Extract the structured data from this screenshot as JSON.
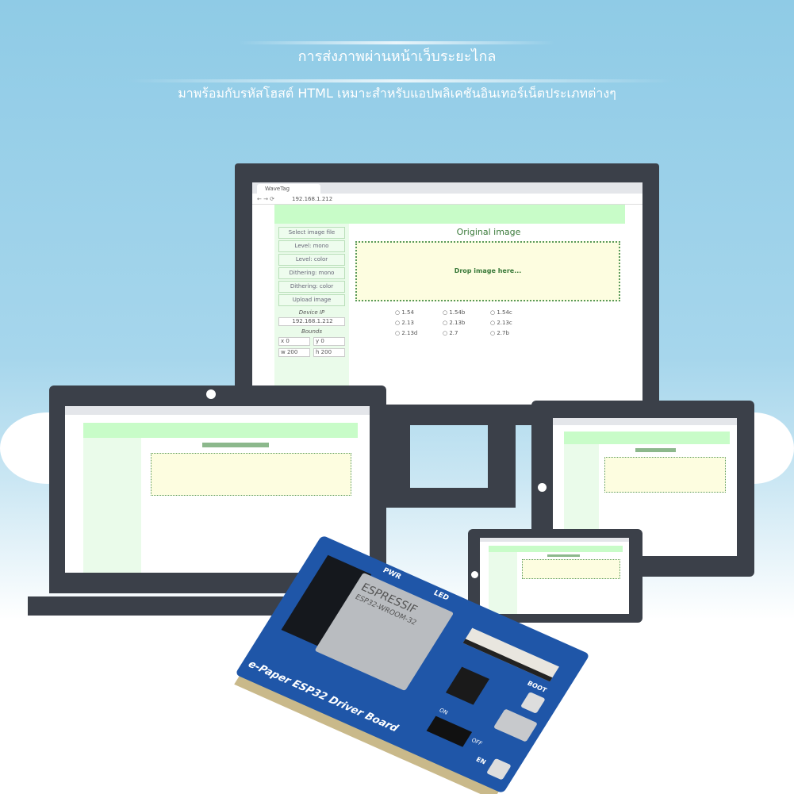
{
  "headline": {
    "line1": "การส่งภาพผ่านหน้าเว็บระยะไกล",
    "line2": "มาพร้อมกับรหัสโฮสต์ HTML เหมาะสำหรับแอปพลิเคชันอินเทอร์เน็ตประเภทต่างๆ"
  },
  "browser": {
    "tab": "WaveTag",
    "address": "192.168.1.212",
    "nav": "← → ⟳",
    "buttons": [
      "Select image file",
      "Level: mono",
      "Level: color",
      "Dithering: mono",
      "Dithering: color",
      "Upload image"
    ],
    "device_ip_label": "Device IP",
    "device_ip": "192.168.1.212",
    "bounds_label": "Bounds",
    "bounds": {
      "x": "x 0",
      "y": "y 0",
      "w": "w 200",
      "h": "h 200"
    },
    "radios": [
      "1.54",
      "1.54b",
      "1.54c",
      "2.13",
      "2.13b",
      "2.13c",
      "2.13d",
      "2.7",
      "2.7b"
    ],
    "title": "Original image",
    "drop": "Drop image here..."
  },
  "board": {
    "name": "e-Paper ESP32 Driver Board",
    "brand": "ESPRESSIF",
    "module": "ESP32-WROOM-32",
    "pwr": "PWR",
    "led": "LED",
    "boot": "BOOT",
    "en": "EN",
    "on": "ON",
    "off": "OFF"
  },
  "colors": {
    "sky": "#8fcbe6",
    "device": "#3b4049",
    "header_green": "#c8fcc8",
    "board_blue": "#1f56a8"
  }
}
